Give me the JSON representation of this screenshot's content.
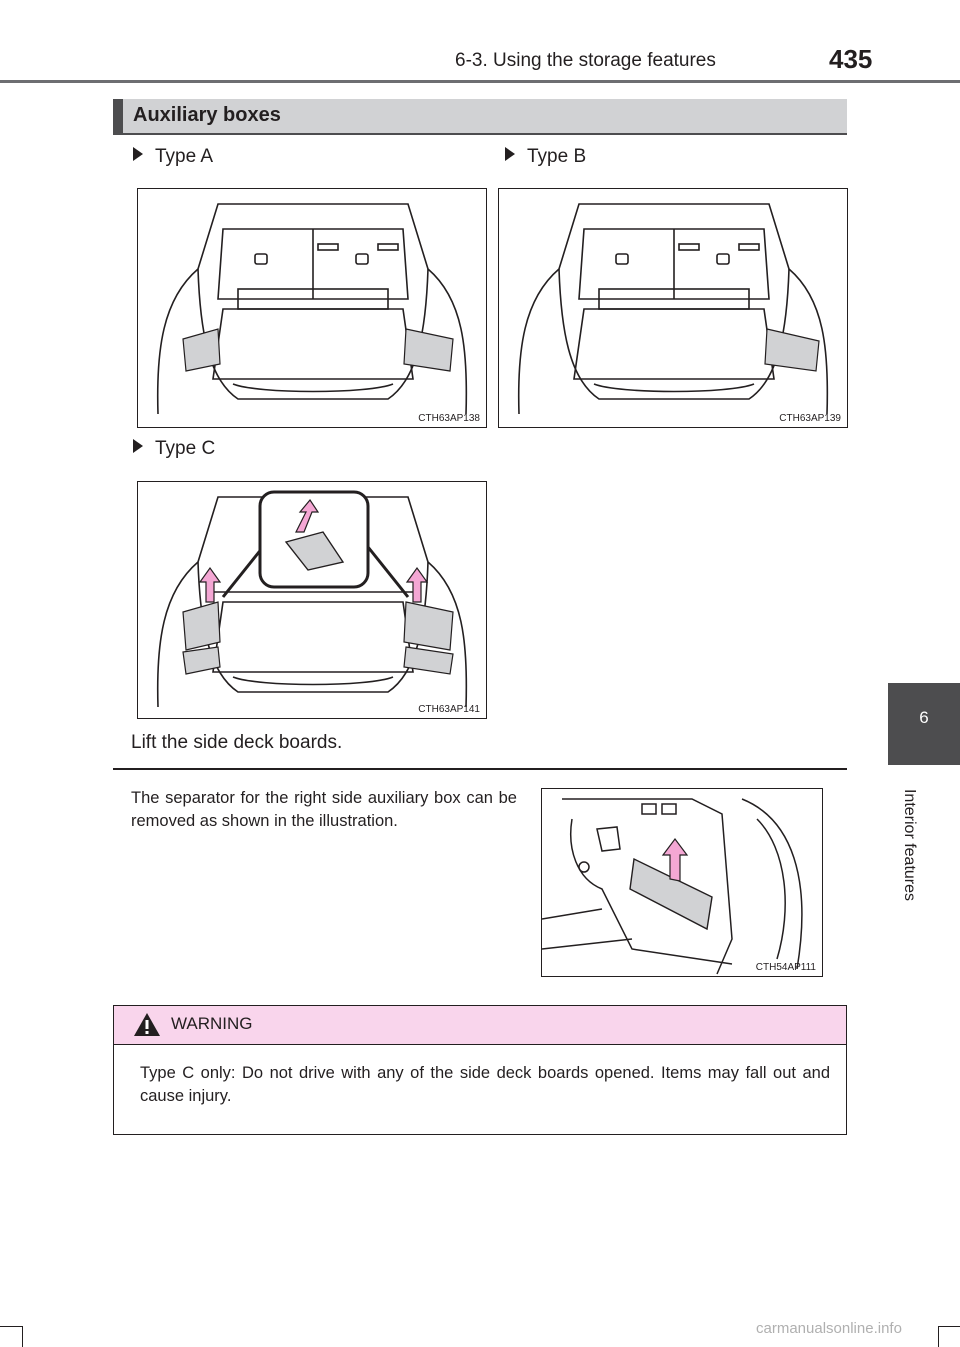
{
  "header": {
    "section": "6-3. Using the storage features",
    "page_number": "435"
  },
  "side_tab": {
    "chapter_number": "6",
    "chapter_label": "Interior features"
  },
  "section": {
    "title": "Auxiliary boxes"
  },
  "types": [
    {
      "label": "Type A",
      "figure_code": "CTH63AP138"
    },
    {
      "label": "Type B",
      "figure_code": "CTH63AP139"
    },
    {
      "label": "Type C",
      "figure_code": "CTH63AP141"
    }
  ],
  "instruction": "Lift the side deck boards.",
  "separator_note": {
    "text": "The separator for the right side auxiliary box can be removed as shown in the illustration.",
    "figure_code": "CTH54AP111"
  },
  "warning": {
    "title": "WARNING",
    "text": "Type C only: Do not drive with any of the side deck boards opened. Items may fall out and cause injury."
  },
  "footer": "carmanualsonline.info",
  "colors": {
    "accent_dark": "#4d4d4f",
    "heading_bg": "#d1d2d4",
    "warning_bg": "#f9d5ec",
    "arrow_pink": "#f4a7d4"
  }
}
